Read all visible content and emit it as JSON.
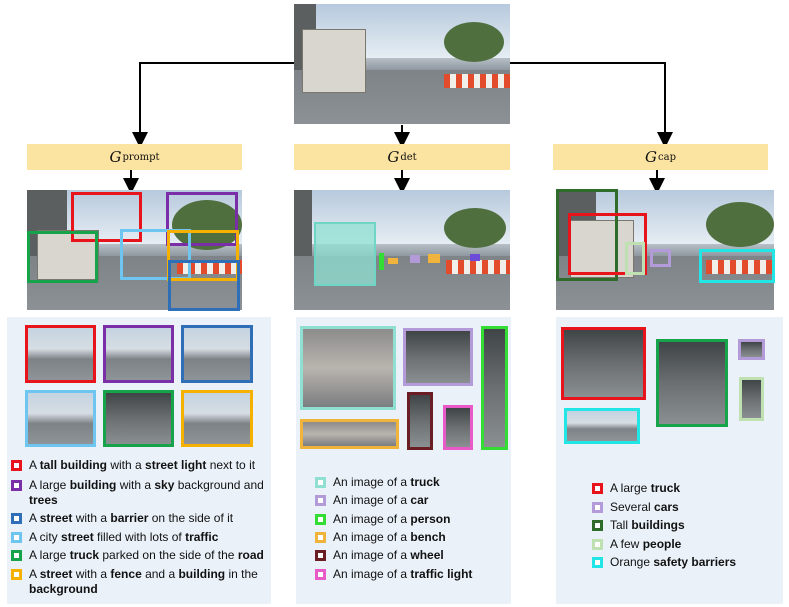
{
  "generators": {
    "left": {
      "base": "G",
      "sup": "prompt"
    },
    "middle": {
      "base": "G",
      "sup": "det"
    },
    "right": {
      "base": "G",
      "sup": "cap"
    }
  },
  "colors": {
    "red": "#e8141c",
    "purple": "#7a2fa8",
    "blue": "#2e6fb8",
    "lightblue": "#6ec6f0",
    "green": "#16a34a",
    "orange": "#f5b000",
    "teal": "#8fe0d2",
    "lavender": "#b39ad8",
    "lime": "#33dd33",
    "gold": "#f0b43c",
    "maroon": "#6b1d24",
    "pink": "#e85ac8",
    "darkgreen": "#2f6b2a",
    "palegreen": "#bfe0b0",
    "cyan": "#22e5e5",
    "panel": "#eaf1f9",
    "gbar": "#fbe3a1"
  },
  "prompt_legend": [
    {
      "color": "red",
      "parts": [
        [
          "A ",
          false
        ],
        [
          "tall building",
          true
        ],
        [
          " with a ",
          false
        ],
        [
          "street light",
          true
        ],
        [
          " next to it",
          false
        ]
      ]
    },
    {
      "color": "purple",
      "parts": [
        [
          "A large ",
          false
        ],
        [
          "building",
          true
        ],
        [
          " with a ",
          false
        ],
        [
          "sky",
          true
        ],
        [
          " background and ",
          false
        ],
        [
          "trees",
          true
        ]
      ]
    },
    {
      "color": "blue",
      "parts": [
        [
          "A ",
          false
        ],
        [
          "street",
          true
        ],
        [
          " with a ",
          false
        ],
        [
          "barrier",
          true
        ],
        [
          " on the side of it",
          false
        ]
      ]
    },
    {
      "color": "lightblue",
      "parts": [
        [
          "A city ",
          false
        ],
        [
          "street",
          true
        ],
        [
          " filled with lots of ",
          false
        ],
        [
          "traffic",
          true
        ]
      ]
    },
    {
      "color": "green",
      "parts": [
        [
          "A large ",
          false
        ],
        [
          "truck",
          true
        ],
        [
          " parked on the side of the ",
          false
        ],
        [
          "road",
          true
        ]
      ]
    },
    {
      "color": "orange",
      "parts": [
        [
          "A ",
          false
        ],
        [
          "street",
          true
        ],
        [
          " with a ",
          false
        ],
        [
          "fence",
          true
        ],
        [
          " and a ",
          false
        ],
        [
          "building",
          true
        ],
        [
          " in the ",
          false
        ],
        [
          "background",
          true
        ]
      ]
    }
  ],
  "det_legend": [
    {
      "color": "teal",
      "prefix": "An image of a ",
      "object": "truck"
    },
    {
      "color": "lavender",
      "prefix": "An image of a ",
      "object": "car"
    },
    {
      "color": "lime",
      "prefix": "An image of a ",
      "object": "person"
    },
    {
      "color": "gold",
      "prefix": "An image of a ",
      "object": "bench"
    },
    {
      "color": "maroon",
      "prefix": "An image of a ",
      "object": "wheel"
    },
    {
      "color": "pink",
      "prefix": "An image of a ",
      "object": "traffic light"
    }
  ],
  "cap_legend": [
    {
      "color": "red",
      "prefix": "A large ",
      "object": "truck"
    },
    {
      "color": "lavender",
      "prefix": "Several ",
      "object": "cars"
    },
    {
      "color": "darkgreen",
      "prefix": "Tall ",
      "object": "buildings"
    },
    {
      "color": "palegreen",
      "prefix": "A few ",
      "object": "people"
    },
    {
      "color": "cyan",
      "prefix": "Orange ",
      "object": "safety barriers"
    }
  ]
}
